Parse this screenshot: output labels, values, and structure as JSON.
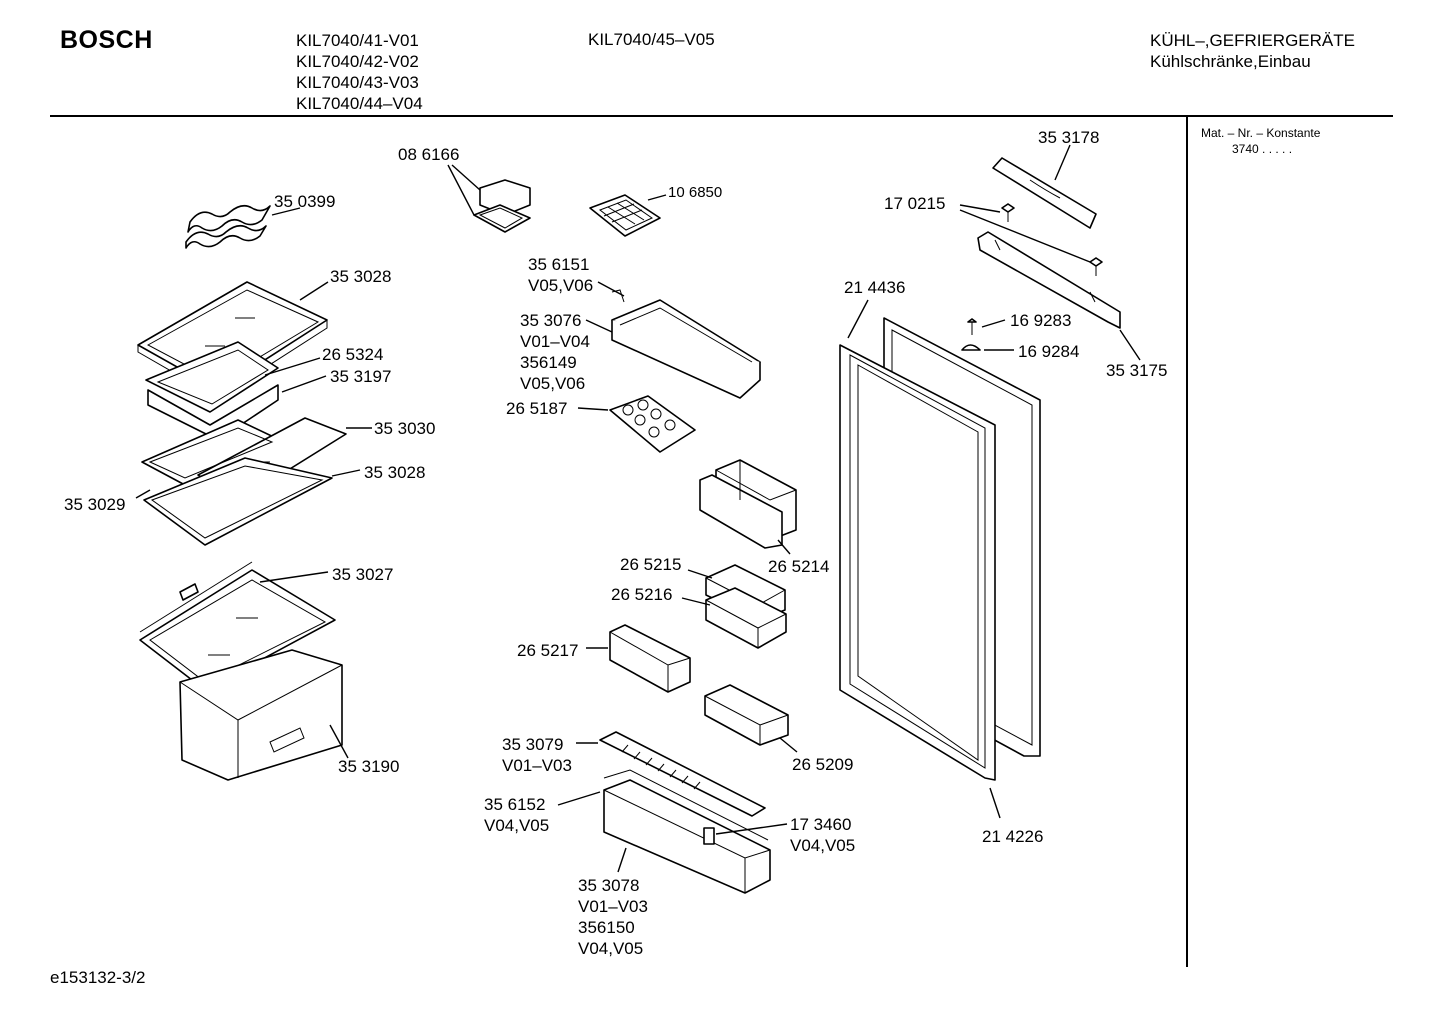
{
  "header": {
    "brand": "BOSCH",
    "models": [
      "KIL7040/41-V01",
      "KIL7040/42-V02",
      "KIL7040/43-V03",
      "KIL7040/44–V04"
    ],
    "model_extra": "KIL7040/45–V05",
    "category_line1": "KÜHL–,GEFRIERGERÄTE",
    "category_line2": "Kühlschränke,Einbau"
  },
  "sidebar": {
    "mat_label": "Mat. – Nr. – Konstante",
    "mat_value": "3740  .   .   .   .   ."
  },
  "footer": {
    "doc_id": "e153132-3/2"
  },
  "parts": {
    "p350399": "35 0399",
    "p353028a": "35 3028",
    "p265324": "26 5324",
    "p353197": "35 3197",
    "p353030": "35 3030",
    "p353028b": "35 3028",
    "p353029": "35 3029",
    "p353027": "35 3027",
    "p353190": "35 3190",
    "p086166": "08 6166",
    "p106850": "10 6850",
    "p356151_a": "35 6151",
    "p356151_b": "V05,V06",
    "p353076_a": "35 3076",
    "p353076_b": "V01–V04",
    "p353076_c": "356149",
    "p353076_d": "V05,V06",
    "p265187": "26 5187",
    "p265215": "26 5215",
    "p265216": "26 5216",
    "p265214": "26 5214",
    "p265217": "26 5217",
    "p265209": "26 5209",
    "p353079_a": "35 3079",
    "p353079_b": "V01–V03",
    "p356152_a": "35 6152",
    "p356152_b": "V04,V05",
    "p173460_a": "17 3460",
    "p173460_b": "V04,V05",
    "p353078_a": "35 3078",
    "p353078_b": "V01–V03",
    "p353078_c": "356150",
    "p353078_d": "V04,V05",
    "p353178": "35 3178",
    "p170215": "17 0215",
    "p214436": "21 4436",
    "p169283": "16 9283",
    "p169284": "16 9284",
    "p353175": "35 3175",
    "p214226": "21 4226"
  }
}
